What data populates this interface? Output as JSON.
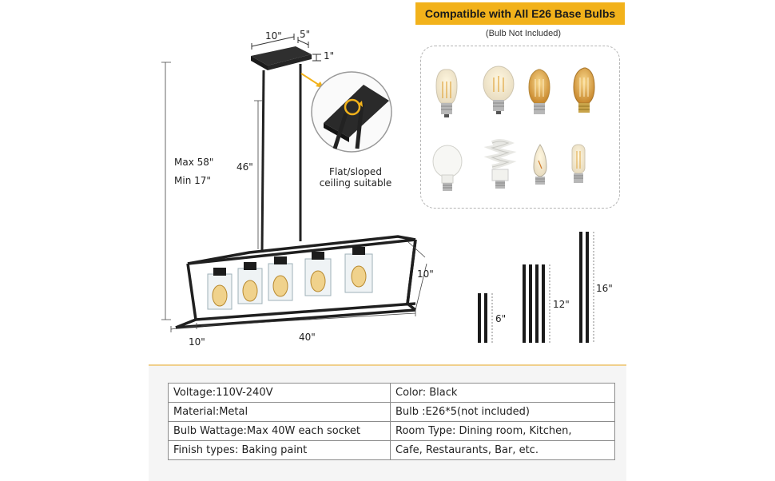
{
  "banner": {
    "text": "Compatible with All E26 Base Bulbs"
  },
  "bulb_note": "(Bulb Not Included)",
  "bulb_types": [
    "st64-filament-bulb",
    "a19-filament-bulb",
    "g-edison-bulb",
    "st-amber-bulb",
    "a19-led-bulb",
    "spiral-cfl-bulb",
    "flame-tip-bulb",
    "tubular-bulb"
  ],
  "dimensions": {
    "canopy_length": "10\"",
    "canopy_width": "5\"",
    "canopy_height": "1\"",
    "rod_length": "46\"",
    "max_height": "Max 58\"",
    "min_height": "Min 17\"",
    "frame_height": "10\"",
    "frame_width": "10\"",
    "frame_length": "40\""
  },
  "ceiling_note": [
    "Flat/sloped",
    "ceiling suitable"
  ],
  "rods": [
    {
      "label": "6\"",
      "count": 2
    },
    {
      "label": "12\"",
      "count": 4
    },
    {
      "label": "16\"",
      "count": 2
    }
  ],
  "specs": [
    [
      "Voltage:110V-240V",
      "Color: Black"
    ],
    [
      "Material:Metal",
      "Bulb :E26*5(not included)"
    ],
    [
      "Bulb Wattage:Max 40W each socket",
      "Room Type:  Dining room, Kitchen,"
    ],
    [
      "Finish types:  Baking paint",
      "Cafe, Restaurants, Bar, etc."
    ]
  ],
  "colors": {
    "accent": "#f2b21b",
    "fixture": "#222222"
  }
}
